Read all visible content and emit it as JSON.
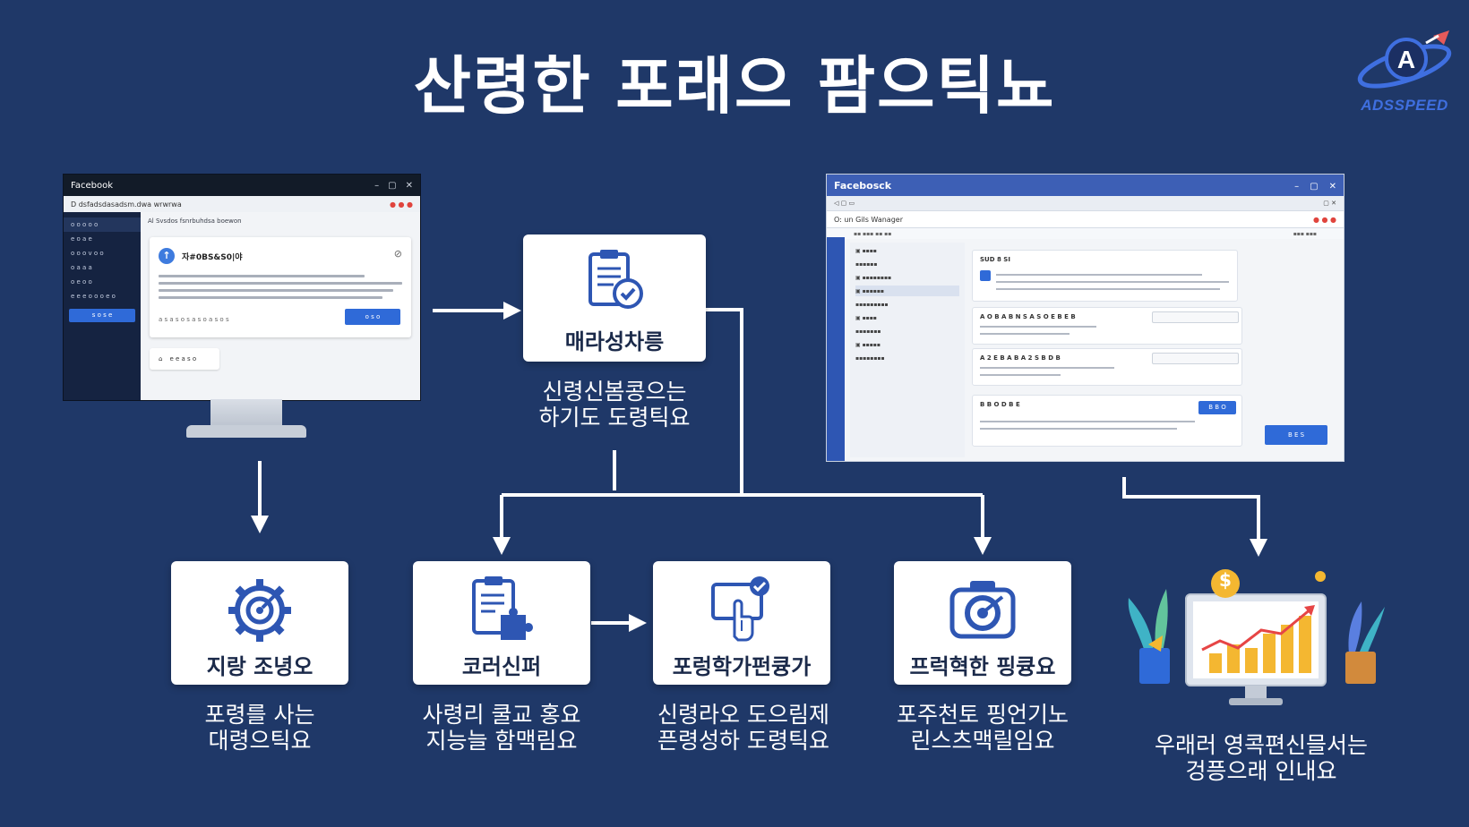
{
  "title": "산령한 포래으 팜으틱뇨",
  "logo": {
    "text": "ADSSPEED",
    "icon": "rocket-logo-icon"
  },
  "left_monitor": {
    "window_title": "Facebook",
    "url": "D dsfadsdasadsm.dwa wrwrwa",
    "breadcrumb": "Al Svsdos fsnrbuhdsa boewon",
    "sidebar_items": [
      "o o o o o",
      "e o a e",
      "o o o v o o",
      "o a a a",
      "o e o o",
      "e e e o o o e o"
    ],
    "sidebar_button": "s o s e",
    "card_title": "자#0BS&S0|야",
    "card_footer": "a s a s o s  a s o  a s o s",
    "card_button": "o s o",
    "small_button": "e e a s o"
  },
  "center_card": {
    "label": "매라성차릉",
    "icon": "clipboard-check-icon"
  },
  "center_desc": [
    "신령신봄콩으는",
    "하기도 도령틱요"
  ],
  "right_window": {
    "window_title": "Facebosck",
    "address": "O: un Gils Wanager",
    "section_title": "SUD 8 SI",
    "row1_title": "A O B  A B N  S A S  O E  B E B",
    "row2_title": "A 2 E  B A B  A 2 S  B D B",
    "bottom_title": "B B O D B E",
    "small_button": "B B O",
    "primary_button": "B E S"
  },
  "bottom_cards": [
    {
      "label": "지랑 조녕오",
      "desc": [
        "포령를 사는",
        "대령으틱요"
      ],
      "icon": "gear-target-icon"
    },
    {
      "label": "코러신퍼",
      "desc": [
        "사령리 쿨교 홍요",
        "지능늘 함맥림요"
      ],
      "icon": "document-puzzle-icon"
    },
    {
      "label": "포렁학가펀큥가",
      "desc": [
        "신령라오 도으림제",
        "픈령성하 도령틱요"
      ],
      "icon": "touch-screen-check-icon"
    },
    {
      "label": "프럭혁한 핑큥요",
      "desc": [
        "포주천토 핑언기노",
        "린스츠맥릴임요"
      ],
      "icon": "camera-target-icon"
    }
  ],
  "growth": {
    "desc": [
      "우래러 영콕편신믈서는",
      "겅픙으래 인내요"
    ],
    "icon": "growth-chart-monitor-icon",
    "dollar_symbol": "$"
  },
  "colors": {
    "background": "#1f3868",
    "accent_blue": "#2f6ad8",
    "text_dark": "#1b2a4a",
    "bar_orange": "#f4b731"
  }
}
